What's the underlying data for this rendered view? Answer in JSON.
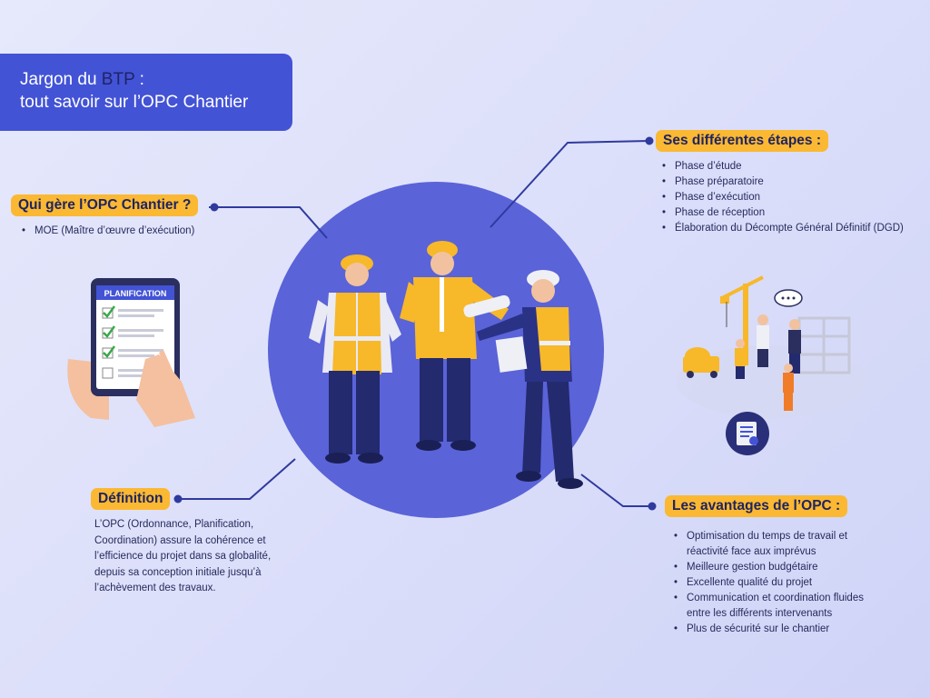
{
  "title": {
    "line1_prefix": "Jargon du ",
    "line1_highlight": "BTP",
    "line1_suffix": " :",
    "line2": "tout savoir sur l’OPC Chantier"
  },
  "qui_gere": {
    "heading": "Qui gère l’OPC Chantier ?",
    "items": [
      "MOE (Maître d’œuvre d’exécution)"
    ]
  },
  "definition": {
    "heading": "Définition",
    "lines": [
      "L’OPC (Ordonnance, Planification,",
      "Coordination) assure la cohérence et",
      "l’efficience du projet dans sa globalité,",
      "depuis sa conception initiale jusqu’à",
      "l’achèvement des travaux."
    ]
  },
  "etapes": {
    "heading": "Ses différentes étapes :",
    "items": [
      "Phase d’étude",
      "Phase préparatoire",
      "Phase d’exécution",
      "Phase de réception",
      "Élaboration du Décompte Général Définitif (DGD)"
    ]
  },
  "avantages": {
    "heading": "Les avantages de l’OPC :",
    "items": [
      "Optimisation du temps de travail et réactivité face aux imprévus",
      "Meilleure gestion budgétaire",
      "Excellente qualité du projet",
      "Communication et coordination fluides entre les différents intervenants",
      "Plus de sécurité sur le chantier"
    ]
  },
  "tablet": {
    "label": "PLANIFICATION"
  },
  "colors": {
    "primary_blue": "#4353d6",
    "circle_blue": "#5a63d8",
    "accent_yellow": "#fbb832",
    "navy": "#1f2461"
  },
  "icons": [
    "workers-illustration",
    "tablet-planning-illustration",
    "construction-site-illustration",
    "checklist-icon"
  ]
}
